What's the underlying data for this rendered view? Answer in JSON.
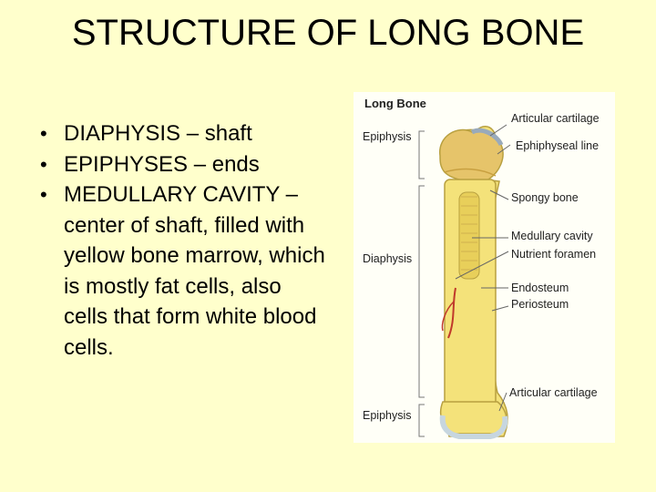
{
  "slide": {
    "title": "STRUCTURE OF LONG BONE",
    "bullets": [
      "DIAPHYSIS – shaft",
      "EPIPHYSES – ends",
      "MEDULLARY CAVITY – center of shaft, filled with yellow bone marrow, which is mostly fat cells, also cells that form white blood cells."
    ],
    "bullet_glyph": "•"
  },
  "figure": {
    "title": "Long Bone",
    "left_labels": {
      "epiphysis_top": "Epiphysis",
      "diaphysis": "Diaphysis",
      "epiphysis_bottom": "Epiphysis"
    },
    "right_labels": {
      "articular_cartilage_top": "Articular cartilage",
      "epiphyseal_line": "Ephiphyseal line",
      "spongy_bone": "Spongy bone",
      "medullary_cavity": "Medullary cavity",
      "nutrient_foramen": "Nutrient foramen",
      "endosteum": "Endosteum",
      "periosteum": "Periosteum",
      "articular_cartilage_bottom": "Articular cartilage"
    },
    "colors": {
      "background": "#ffffcc",
      "bone": "#f4e27a",
      "bone_outline": "#b8a040",
      "cartilage": "#dde8ef",
      "spongy": "#e6c46a",
      "vessel": "#c0392b"
    }
  }
}
